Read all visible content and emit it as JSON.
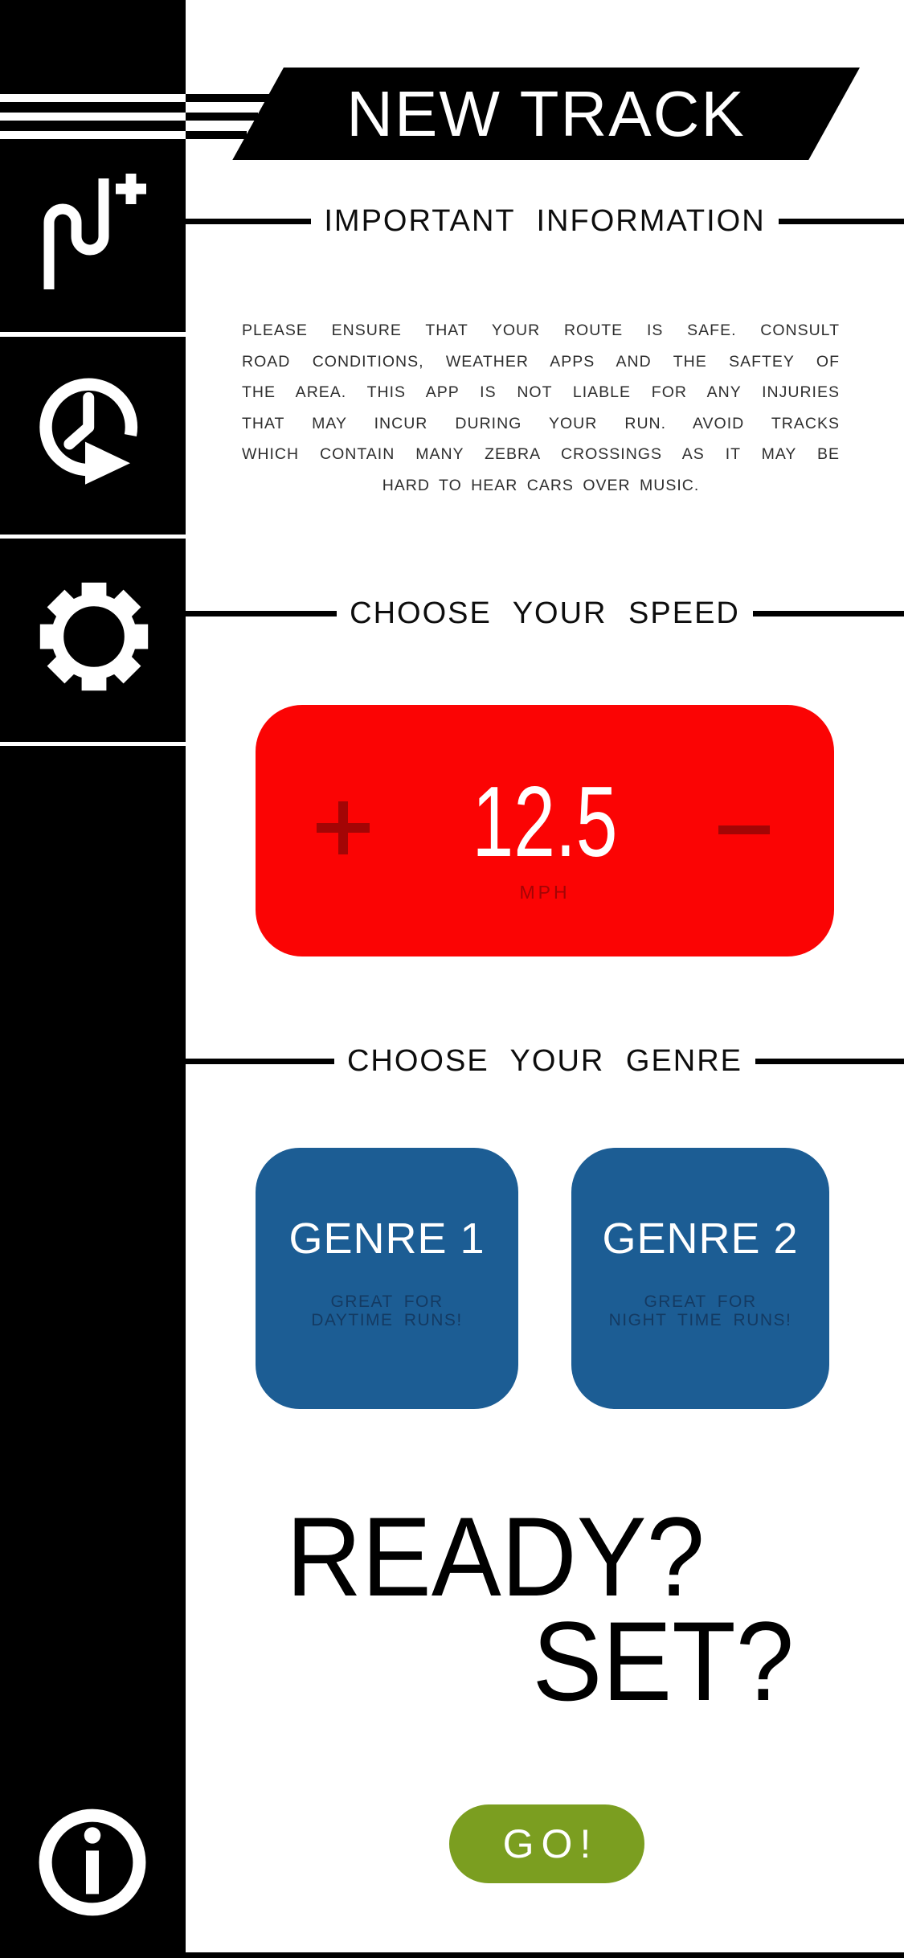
{
  "header": {
    "title": "NEW TRACK"
  },
  "sidebar": {
    "items": [
      {
        "id": "new-track",
        "icon": "route-plus-icon"
      },
      {
        "id": "history",
        "icon": "history-clock-icon"
      },
      {
        "id": "settings",
        "icon": "gear-icon"
      },
      {
        "id": "info",
        "icon": "info-icon"
      }
    ]
  },
  "sections": {
    "info": {
      "heading": "IMPORTANT INFORMATION",
      "lines": [
        "PLEASE ENSURE THAT YOUR ROUTE IS SAFE. CONSULT",
        "ROAD CONDITIONS, WEATHER APPS AND THE SAFTEY OF",
        "THE AREA. THIS APP IS NOT LIABLE FOR ANY INJURIES",
        "THAT MAY INCUR DURING YOUR RUN. AVOID TRACKS",
        "WHICH CONTAIN MANY ZEBRA CROSSINGS AS IT MAY BE",
        "HARD TO HEAR CARS OVER MUSIC."
      ]
    },
    "speed": {
      "heading": "CHOOSE YOUR SPEED",
      "value": "12.5",
      "unit": "MPH",
      "increase_icon": "plus-icon",
      "decrease_icon": "minus-icon"
    },
    "genre": {
      "heading": "CHOOSE YOUR GENRE",
      "options": [
        {
          "title": "GENRE 1",
          "subtitle_line1": "GREAT FOR",
          "subtitle_line2": "DAYTIME RUNS!"
        },
        {
          "title": "GENRE 2",
          "subtitle_line1": "GREAT FOR",
          "subtitle_line2": "NIGHT TIME RUNS!"
        }
      ]
    },
    "ready": {
      "line1": "READY?",
      "line2": "SET?"
    },
    "go_label": "GO!"
  },
  "colors": {
    "accent_red": "#fb0404",
    "accent_red_dark": "#a30505",
    "accent_blue": "#1c5d94",
    "accent_blue_dark": "#143a62",
    "accent_green": "#7b9e20",
    "ink": "#000000"
  }
}
